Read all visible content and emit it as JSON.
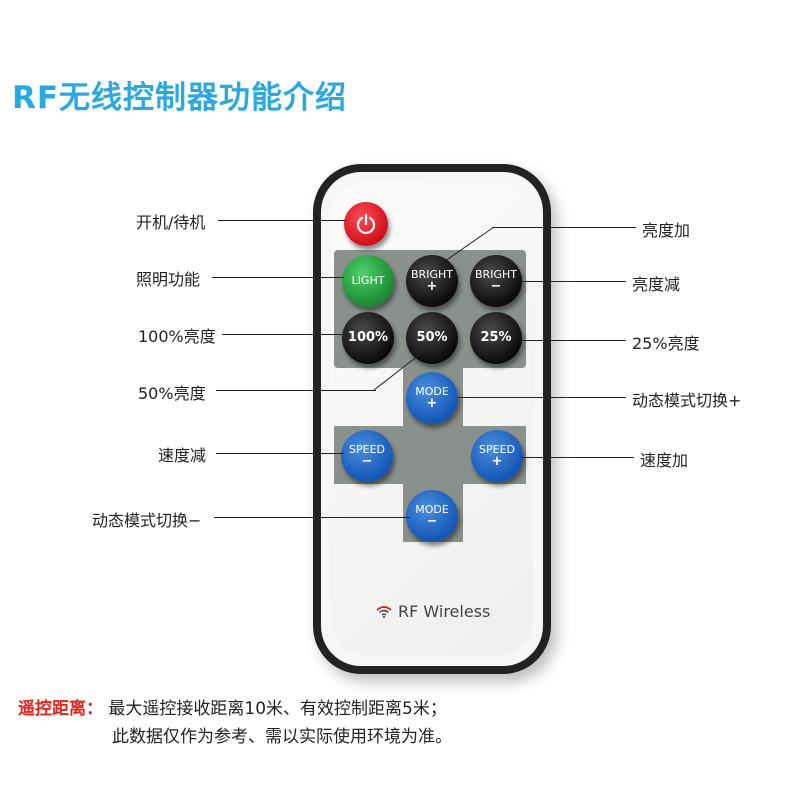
{
  "title": "RF无线控制器功能介绍",
  "remote": {
    "brand": "RF Wireless",
    "buttons": {
      "light": "LIGHT",
      "bright_up": "BRIGHT",
      "bright_up_sign": "+",
      "bright_down": "BRIGHT",
      "bright_down_sign": "−",
      "p100": "100%",
      "p50": "50%",
      "p25": "25%",
      "mode_up": "MODE",
      "mode_up_sign": "+",
      "mode_down": "MODE",
      "mode_down_sign": "−",
      "speed_down": "SPEED",
      "speed_down_sign": "−",
      "speed_up": "SPEED",
      "speed_up_sign": "+"
    }
  },
  "labels": {
    "power": "开机/待机",
    "lighting": "照明功能",
    "p100": "100%亮度",
    "p50": "50%亮度",
    "speed_down": "速度减",
    "mode_down": "动态模式切换−",
    "bright_up": "亮度加",
    "bright_down": "亮度减",
    "p25": "25%亮度",
    "mode_up": "动态模式切换+",
    "speed_up": "速度加"
  },
  "note": {
    "prefix": "遥控距离：",
    "line1": "最大遥控接收距离10米、有效控制距离5米；",
    "line2": "此数据仅作为参考、需以实际使用环境为准。"
  },
  "colors": {
    "title": "#2aa9e0",
    "power": "#e0141e",
    "light": "#2a9e45",
    "mode_speed": "#1f63c0",
    "note_prefix": "#e0261c"
  },
  "icons": [
    "power-icon",
    "wifi-icon"
  ]
}
